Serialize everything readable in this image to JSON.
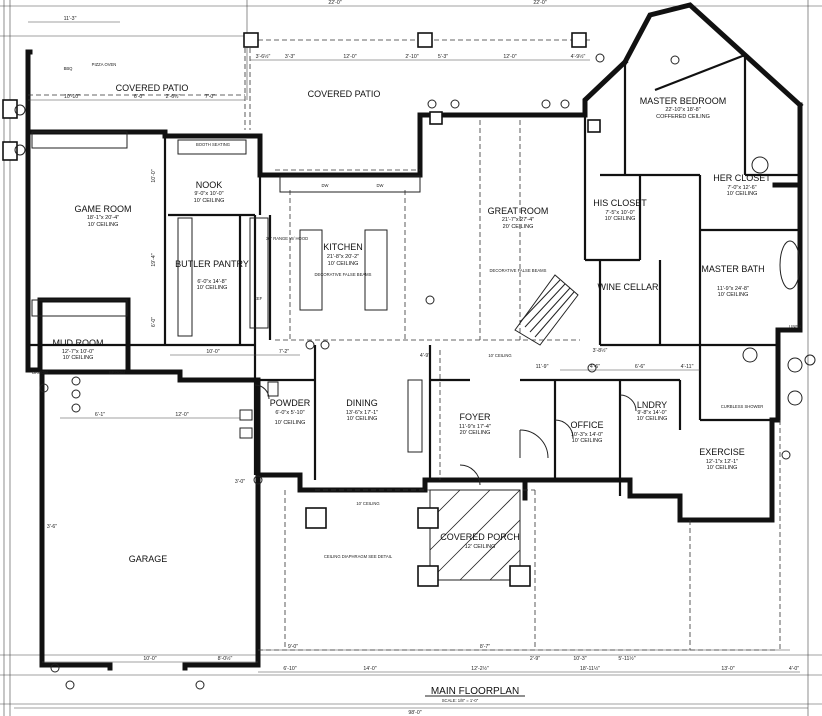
{
  "drawing": {
    "title": "MAIN FLOORPLAN",
    "scale": "SCALE: 1/8\" = 1'-0\""
  },
  "rooms": [
    {
      "key": "covered_patio_left",
      "name": "COVERED PATIO",
      "size": "",
      "ceiling": ""
    },
    {
      "key": "covered_patio_center",
      "name": "COVERED PATIO",
      "size": "",
      "ceiling": ""
    },
    {
      "key": "master_bedroom",
      "name": "MASTER BEDROOM",
      "size": "22'-10\"x 18'-8\"",
      "ceiling": "COFFERED CEILING"
    },
    {
      "key": "game_room",
      "name": "GAME ROOM",
      "size": "18'-1\"x 20'-4\"",
      "ceiling": "10' CEILING"
    },
    {
      "key": "nook",
      "name": "NOOK",
      "size": "9'-0\"x 10'-0\"",
      "ceiling": "10' CEILING"
    },
    {
      "key": "kitchen",
      "name": "KITCHEN",
      "size": "21'-8\"x 20'-2\"",
      "ceiling": "10' CEILING"
    },
    {
      "key": "great_room",
      "name": "GREAT ROOM",
      "size": "21'-7\"x 27'-4\"",
      "ceiling": "20' CEILING"
    },
    {
      "key": "his_closet",
      "name": "HIS CLOSET",
      "size": "7'-5\"x 10'-0\"",
      "ceiling": "10' CEILING"
    },
    {
      "key": "her_closet",
      "name": "HER CLOSET",
      "size": "7'-0\"x 12'-6\"",
      "ceiling": "10' CEILING"
    },
    {
      "key": "butler_pantry",
      "name": "BUTLER PANTRY",
      "size": "6'-0\"x 14'-8\"",
      "ceiling": "10' CEILING"
    },
    {
      "key": "wine_cellar",
      "name": "WINE CELLAR",
      "size": "",
      "ceiling": ""
    },
    {
      "key": "master_bath",
      "name": "MASTER BATH",
      "size": "11'-9\"x 24'-8\"",
      "ceiling": "10' CEILING"
    },
    {
      "key": "mud_room",
      "name": "MUD ROOM",
      "size": "12'-7\"x 10'-0\"",
      "ceiling": "10' CEILING"
    },
    {
      "key": "powder",
      "name": "POWDER",
      "size": "6'-0\"x 5'-10\"",
      "ceiling": "10' CEILING"
    },
    {
      "key": "dining",
      "name": "DINING",
      "size": "13'-6\"x 17'-1\"",
      "ceiling": "10' CEILING"
    },
    {
      "key": "foyer",
      "name": "FOYER",
      "size": "11'-9\"x 17'-4\"",
      "ceiling": "20' CEILING"
    },
    {
      "key": "office",
      "name": "OFFICE",
      "size": "10'-3\"x 14'-0\"",
      "ceiling": "10' CEILING"
    },
    {
      "key": "laundry",
      "name": "LNDRY",
      "size": "9'-8\"x 14'-0\"",
      "ceiling": "10' CEILING"
    },
    {
      "key": "exercise",
      "name": "EXERCISE",
      "size": "12'-1\"x 12'-1\"",
      "ceiling": "10' CEILING"
    },
    {
      "key": "garage",
      "name": "GARAGE",
      "size": "",
      "ceiling": ""
    },
    {
      "key": "covered_porch",
      "name": "COVERED PORCH",
      "size": "",
      "ceiling": "12' CEILING"
    }
  ],
  "notes": {
    "booth_seating": "BOOTH SEATING",
    "bbq": "BBQ",
    "pizza_oven": "PIZZA OVEN",
    "range": "36\" RANGE W/ HOOD",
    "decorative_beams_kitchen": "DECORATIVE FALSE BEAMS",
    "decorative_beams_great": "DECORATIVE FALSE BEAMS",
    "ceiling_diaphragm": "CEILING DIAPHRAGM SEE DETAIL",
    "curbless_shower": "CURBLESS SHOWER",
    "ceiling_10_dining_hall": "10' CEILING",
    "ceiling_10_porch_side": "10' CEILING",
    "broom_left": "BROOM",
    "broom_right": "BROOM",
    "dw_1": "DW",
    "dw_2": "DW",
    "ref": "REF",
    "linen": "LINEN"
  },
  "dimensions": {
    "top_overall": "22'-0\"",
    "top_overall_right": "22'-0\"",
    "top_11_3": "11'-3\"",
    "top_3_6": "3'-6½\"",
    "top_3_3": "3'-3\"",
    "top_12": "12'-0\"",
    "top_2_10": "2'-10\"",
    "top_5_3": "5'-3\"",
    "top_12b": "12'-0\"",
    "top_4_9": "4'-9½\"",
    "patio_10_10": "10'-10\"",
    "patio_6": "6'-0\"",
    "patio_2_6": "2'-6½\"",
    "patio_7": "7'-0\"",
    "left_10": "10'-0\"",
    "left_19_4": "19'-4\"",
    "left_6": "6'-0\"",
    "mid_10": "10'-0\"",
    "mid_7_2": "7'-2\"",
    "dining_4_9": "4'-9\"",
    "g_6_1": "6'-1\"",
    "g_12": "12'-0\"",
    "g_3_0": "3'-0\"",
    "g_3_6": "3'-6\"",
    "bottom_14": "14'-0\"",
    "bottom_12_2": "12'-2½\"",
    "bottom_10_0": "10'-0\"",
    "bottom_8_0": "8'-0½\"",
    "bottom_6_10": "6'-10\"",
    "bottom_9_0": "9'-0\"",
    "bottom_8_7": "8'-7\"",
    "bottom_2_9": "2'-9\"",
    "bottom_10_3": "10'-3\"",
    "bottom_5_11": "5'-11½\"",
    "bottom_13": "13'-0\"",
    "bottom_4": "4'-0\"",
    "bottom_overall": "98'-0\"",
    "bottom_18_11": "18'-11½\"",
    "right_4_11": "4'-11\"",
    "right_6_6": "6'-6\"",
    "right_11_9": "11'-9\"",
    "right_4_6": "4'-6\"",
    "right_3_8": "3'-8½\""
  },
  "colors": {
    "ink": "#111111",
    "paper": "#ffffff"
  }
}
